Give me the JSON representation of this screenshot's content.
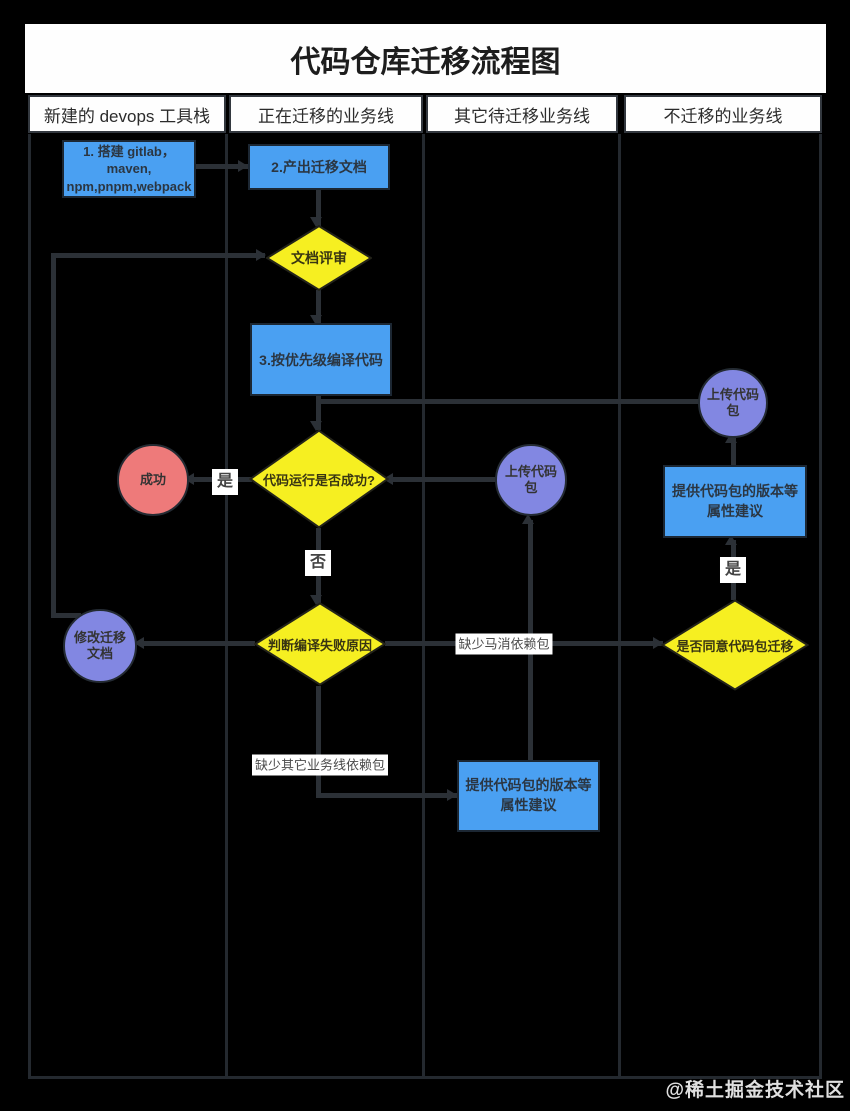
{
  "title": "代码仓库迁移流程图",
  "watermark": "@稀土掘金技术社区",
  "lanes": [
    {
      "label": "新建的 devops 工具栈"
    },
    {
      "label": "正在迁移的业务线"
    },
    {
      "label": "其它待迁移业务线"
    },
    {
      "label": "不迁移的业务线"
    }
  ],
  "nodes": {
    "setup_toolchain": "1. 搭建 gitlab，maven, npm,pnpm,webpack",
    "produce_doc": "2.产出迁移文档",
    "doc_review": "文档评审",
    "compile_by_priority": "3.按优先级编译代码",
    "run_success_q": "代码运行是否成功?",
    "success": "成功",
    "judge_fail_reason": "判断编译失败原因",
    "modify_doc": "修改迁移文档",
    "upload_pkg_waiting": "上传代码包",
    "suggest_version_waiting": "提供代码包的版本等属性建议",
    "upload_pkg_nomigrate": "上传代码包",
    "suggest_version_nomigrate": "提供代码包的版本等属性建议",
    "agree_migrate_q": "是否同意代码包迁移"
  },
  "edge_labels": {
    "run_yes": "是",
    "run_no": "否",
    "agree_yes": "是",
    "missing_maxiao_dep": "缺少马消依赖包",
    "missing_other_line_dep": "缺少其它业务线依赖包"
  },
  "colors": {
    "process_fill": "#4aa0f2",
    "decision_fill": "#f6ef21",
    "terminal_fill": "#ee7a7a",
    "state_fill": "#8287e2",
    "connector": "#2b3036",
    "band_bg": "#fefefe"
  }
}
